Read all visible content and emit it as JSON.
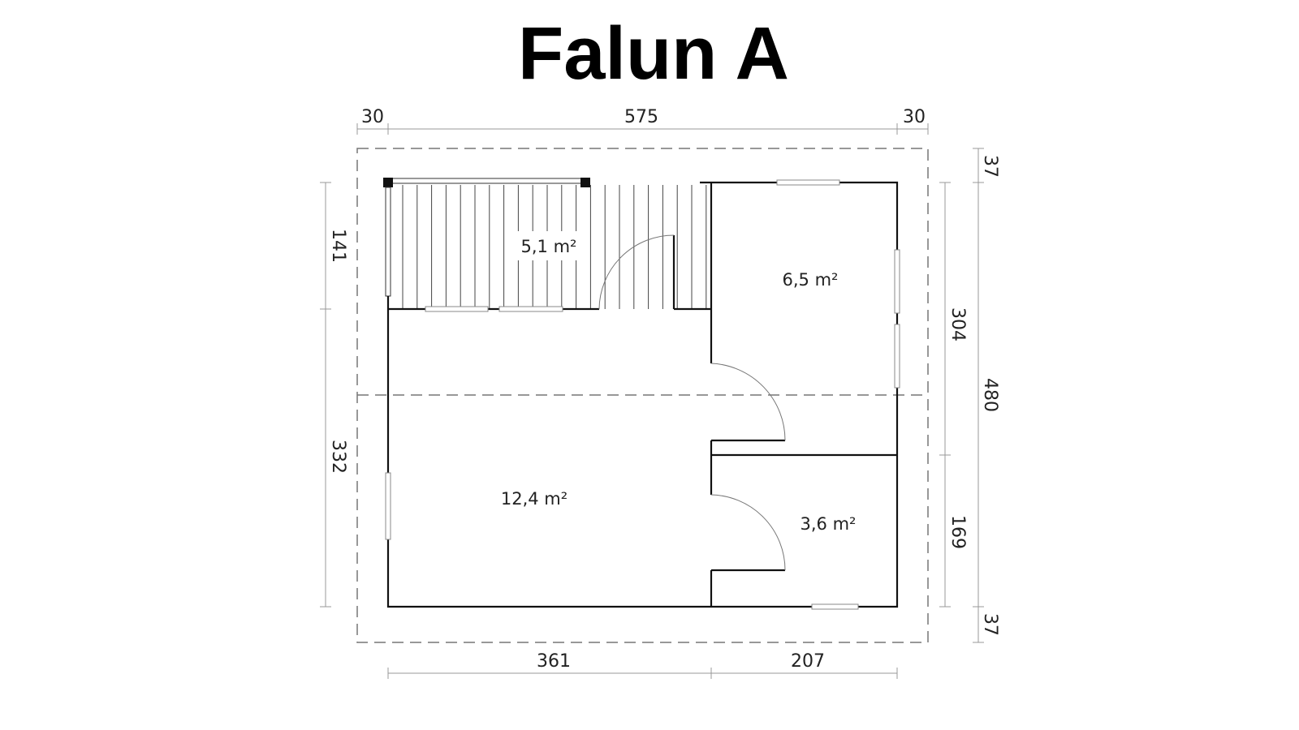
{
  "title": "Falun A",
  "dimensions": {
    "top_left_overhang": "30",
    "top_width": "575",
    "top_right_overhang": "30",
    "left_terrace": "141",
    "left_main": "332",
    "right_room_upper": "304",
    "right_room_lower": "169",
    "right_top_overhang": "37",
    "right_total": "480",
    "right_bottom_overhang": "37",
    "bottom_left": "361",
    "bottom_right": "207"
  },
  "rooms": {
    "terrace": "5,1 m²",
    "bedroom": "6,5 m²",
    "living": "12,4 m²",
    "bathroom": "3,6 m²"
  }
}
